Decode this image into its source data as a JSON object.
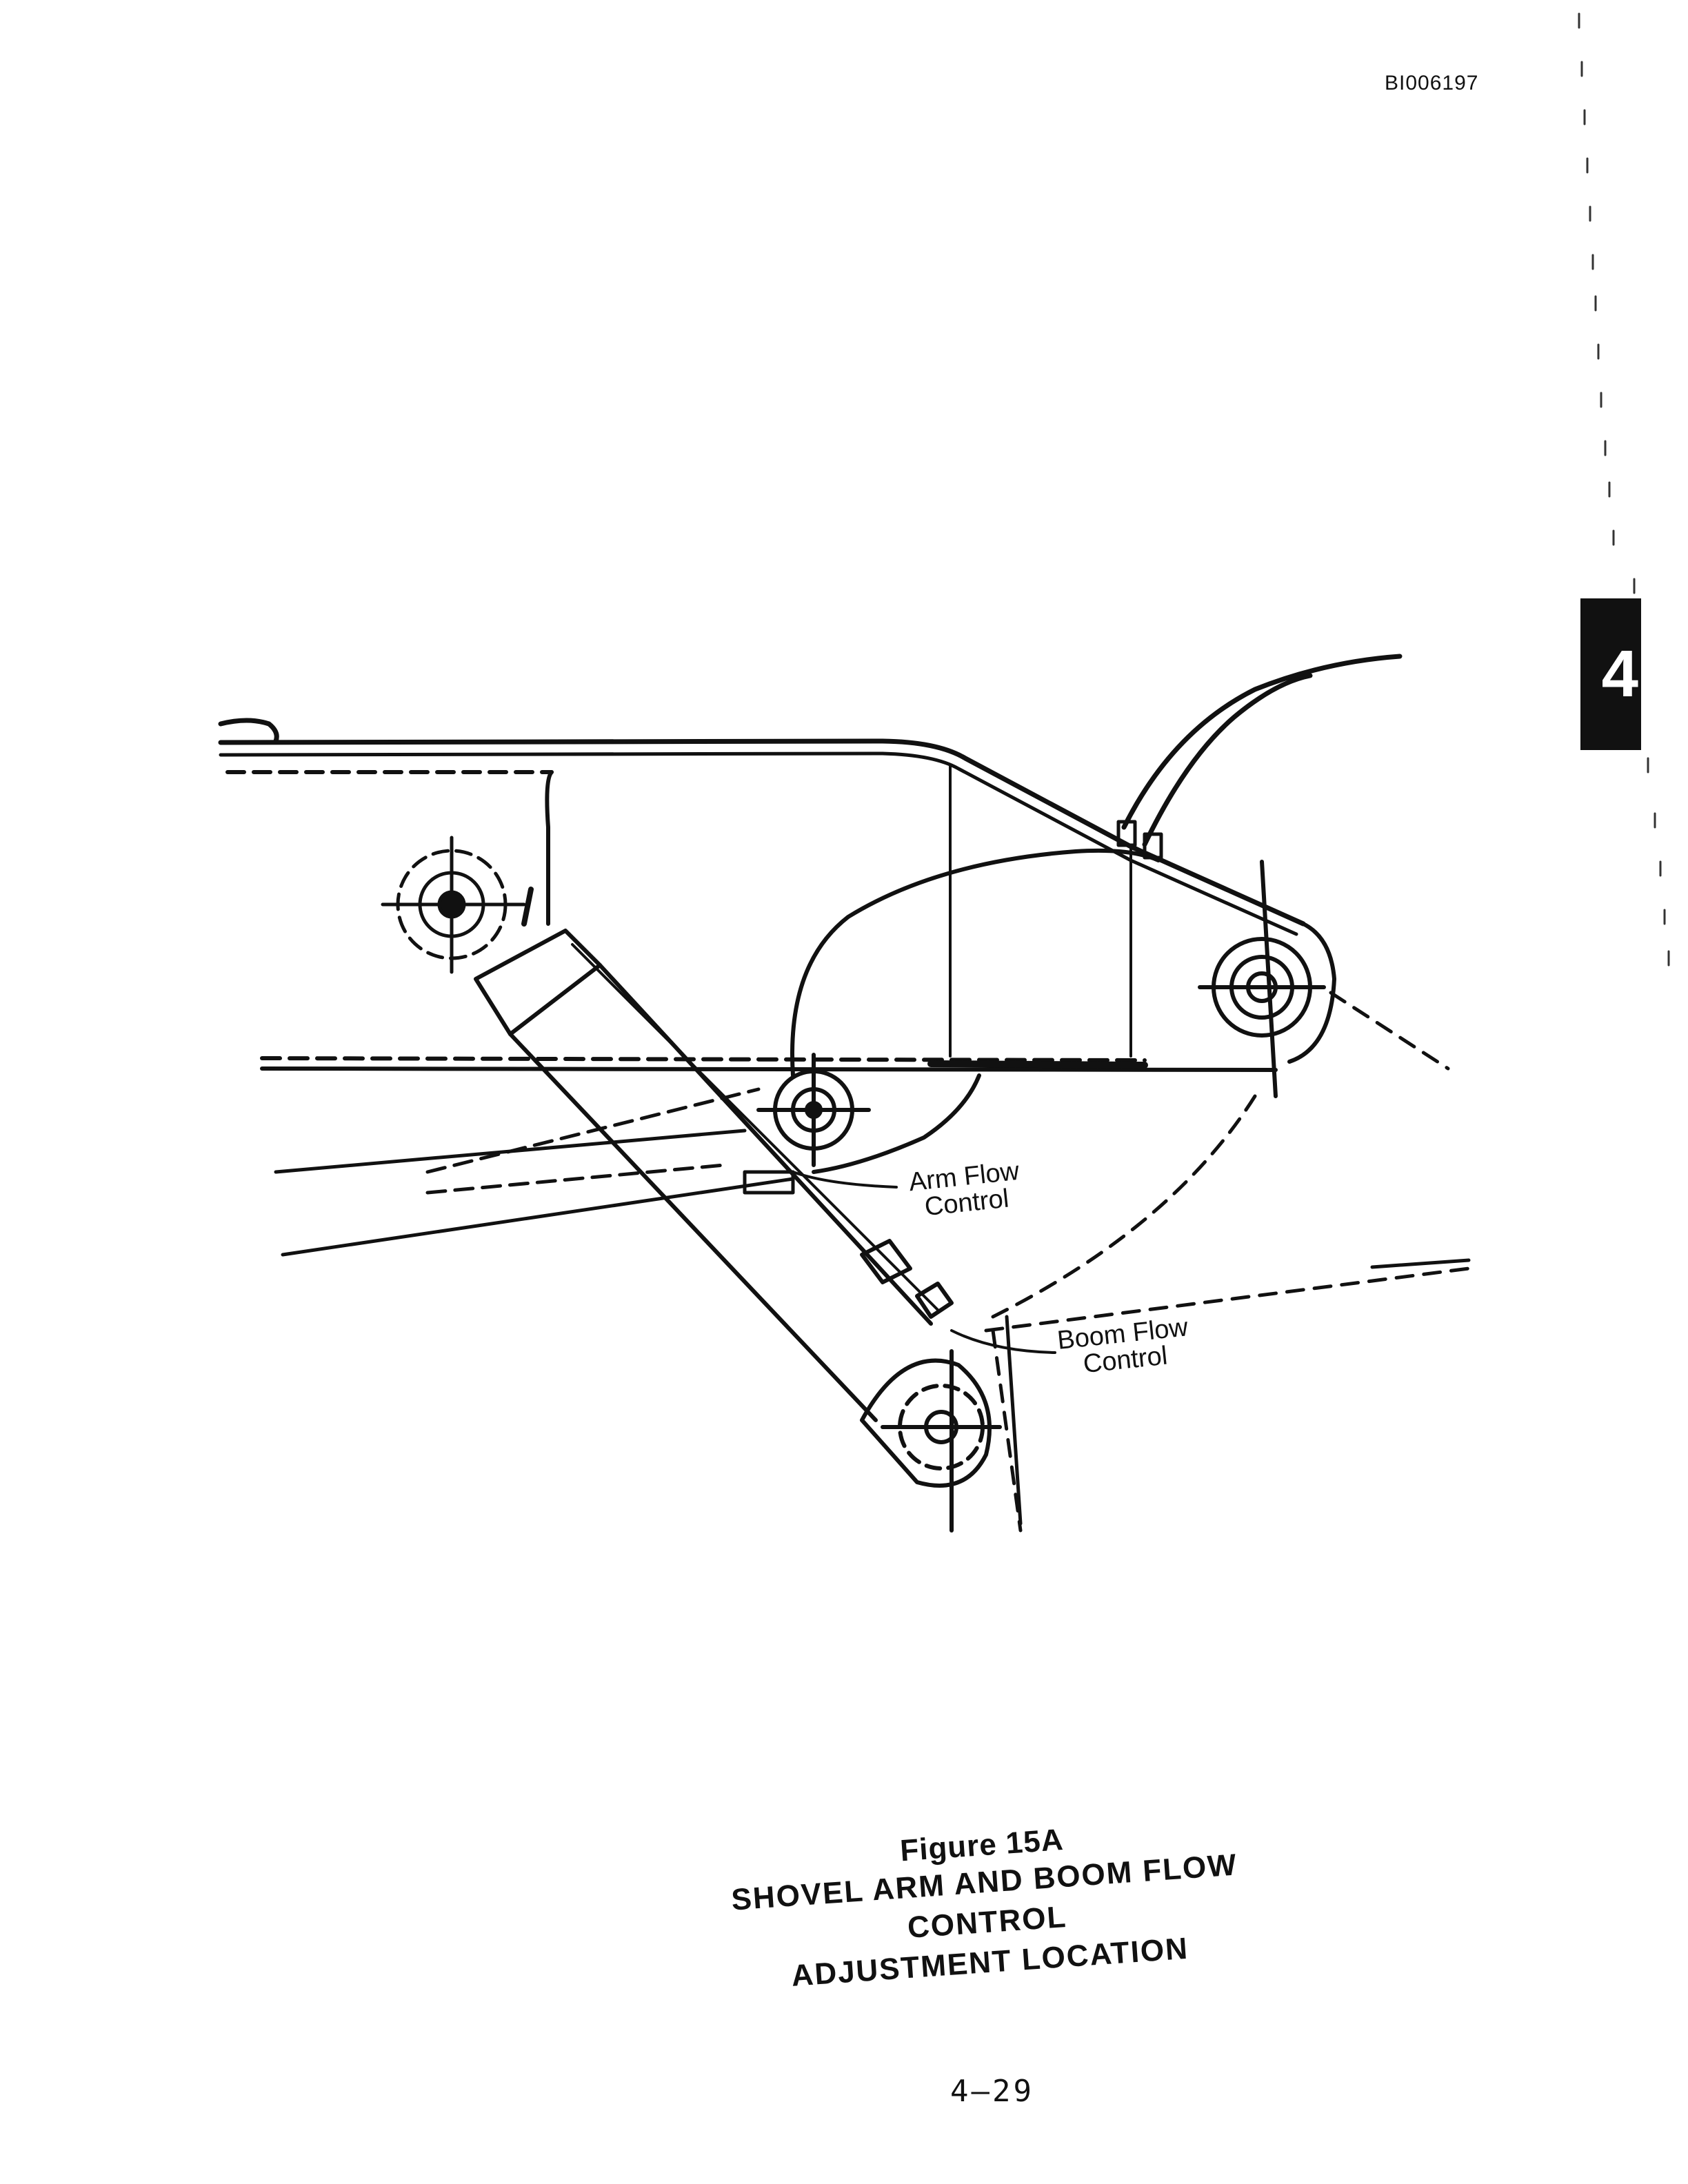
{
  "document": {
    "id": "BI006197",
    "section_tab": "4",
    "page_number": "4—29"
  },
  "figure": {
    "number": "Figure 15A",
    "title_line_1": "SHOVEL ARM AND BOOM FLOW CONTROL",
    "title_line_2": "ADJUSTMENT LOCATION"
  },
  "callouts": {
    "arm_flow_control": "Arm Flow\nControl",
    "boom_flow_control": "Boom Flow\nControl"
  },
  "colors": {
    "ink": "#111111",
    "tab": "#111111"
  }
}
